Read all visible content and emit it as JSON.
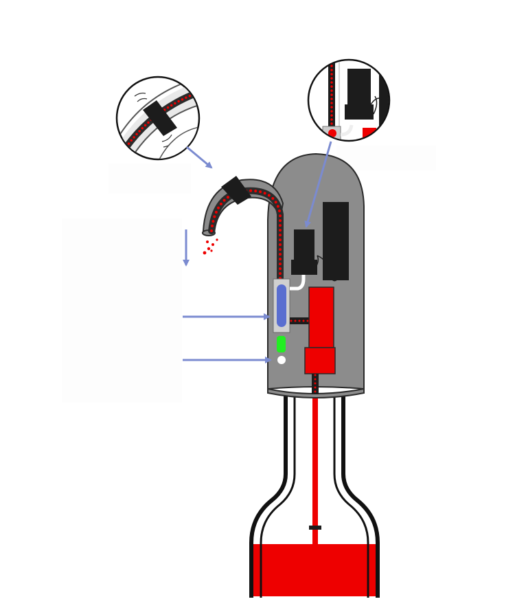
{
  "diagram": {
    "colors": {
      "background": "#ffffff",
      "housing": "#8c8c8c",
      "housing_outline": "#2a2a2a",
      "tube": "#2b2b2b",
      "wine_red": "#ee0000",
      "component_black": "#1c1c1c",
      "pointer_arrow": "#7b8bd0",
      "indicator_green": "#22ee22",
      "indicator_white": "#ffffff",
      "sensor_blue": "#5a6ed0",
      "sensor_frame": "#d0d0d0",
      "bottle_outline": "#111111"
    },
    "icons": {
      "spout": "aerator-spout-icon",
      "bottle": "wine-bottle-icon",
      "pump": "pump-icon",
      "motor": "motor-icon",
      "battery": "battery-icon",
      "sensor": "level-sensor-icon",
      "status_led": "led-indicator-icon",
      "power_button": "power-button-icon"
    },
    "callouts": [
      {
        "name": "spout-detail",
        "shows": "clamp-on-spout"
      },
      {
        "name": "motor-detail",
        "shows": "motor-connection"
      }
    ],
    "pointer_arrows": [
      "spout-detail-arrow",
      "motor-detail-arrow",
      "dispense-arrow",
      "sensor-arrow",
      "led-arrow"
    ]
  }
}
